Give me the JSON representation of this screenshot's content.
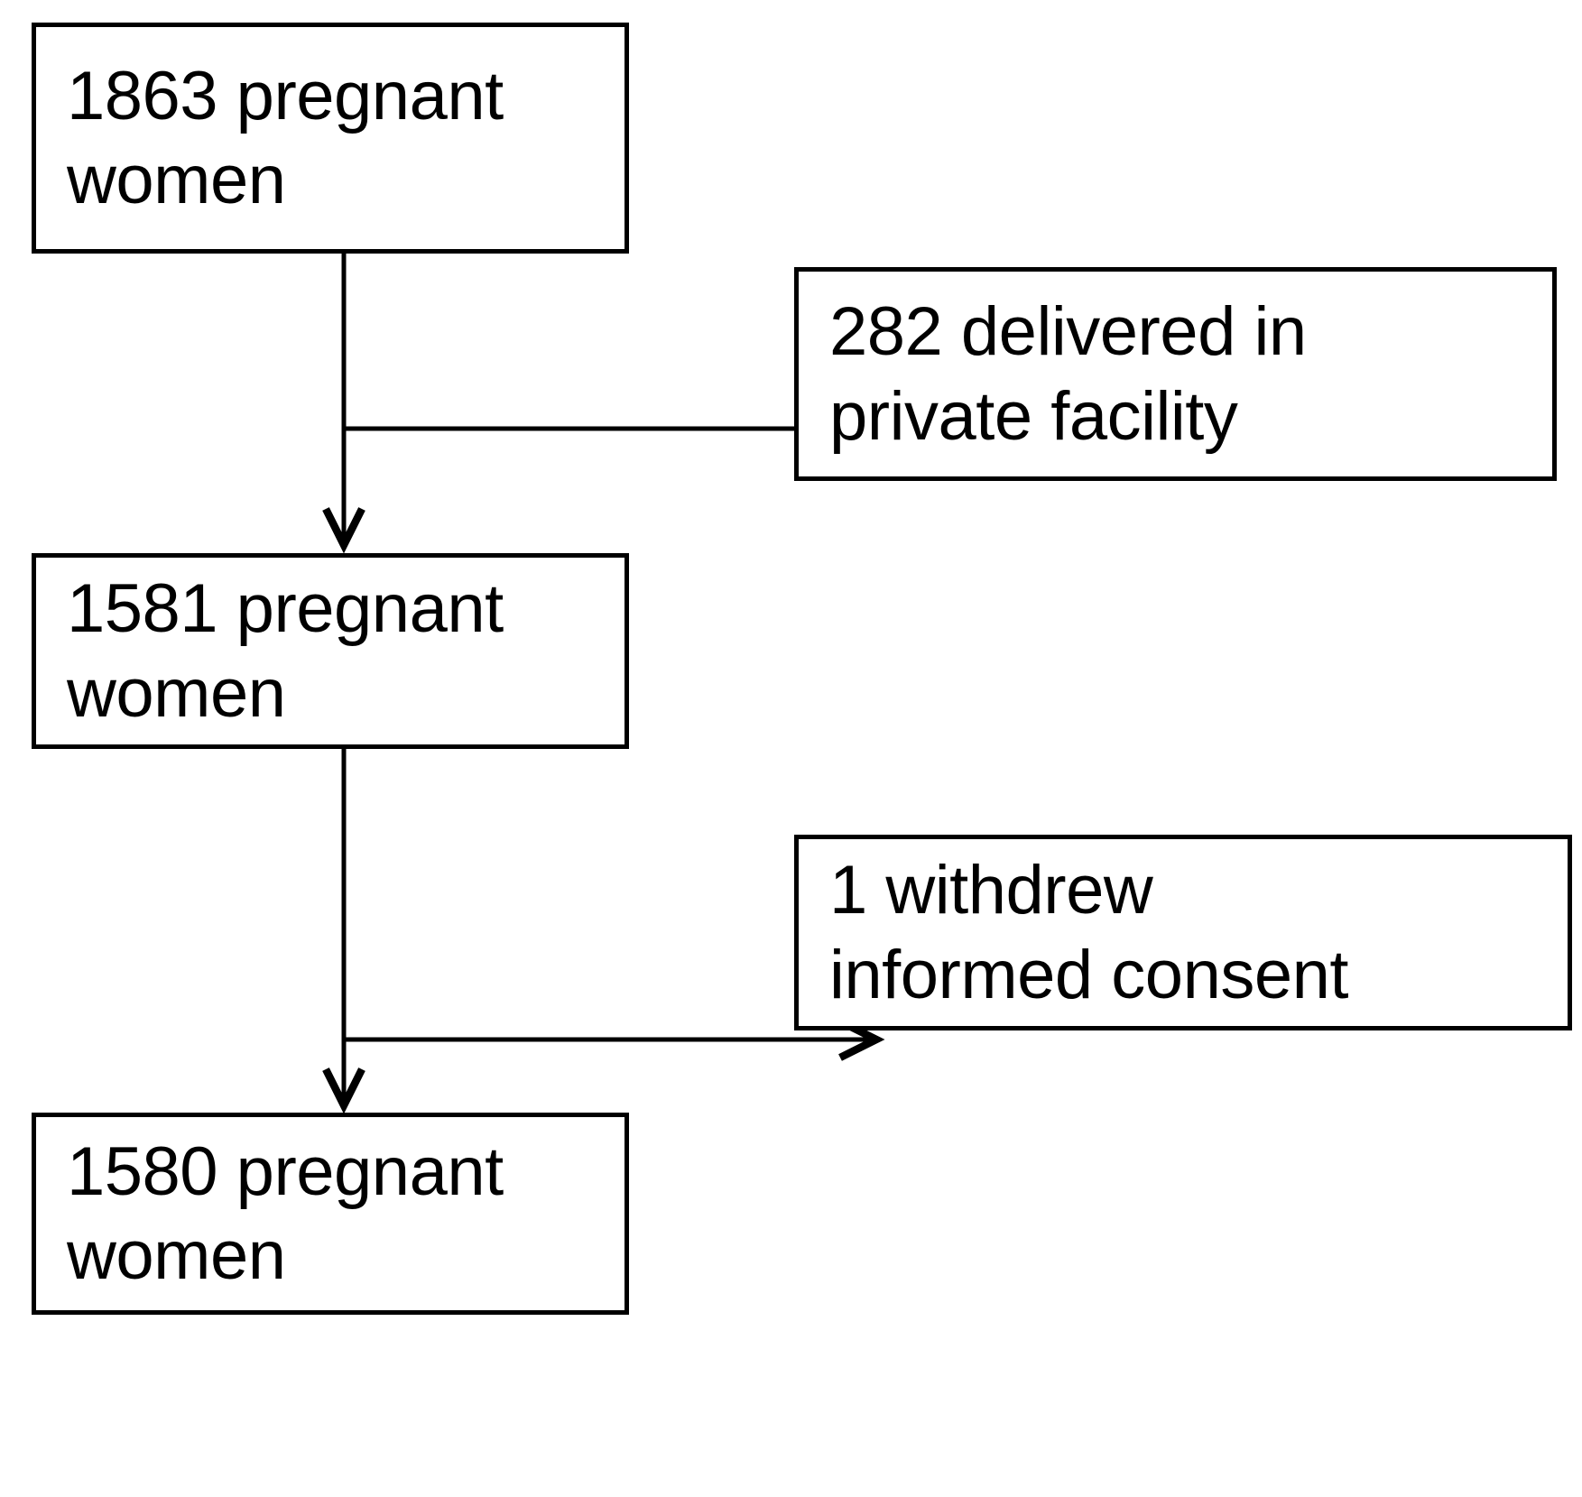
{
  "diagram": {
    "type": "flowchart",
    "title": "Participant flow diagram",
    "orientation": "top-to-bottom with right-side exclusion branches",
    "colors": {
      "stroke": "#000000",
      "box_fill": "#ffffff",
      "text": "#000000",
      "background": "#ffffff"
    },
    "nodes": [
      {
        "id": "enrolled",
        "name": "enrolled-box",
        "line1": "1863 pregnant",
        "line2": "women",
        "text": "1863 pregnant\nwomen",
        "count": 1863,
        "kind": "main"
      },
      {
        "id": "private-facility",
        "name": "private-facility-exclusion-box",
        "line1": "282 delivered in",
        "line2": "private facility",
        "text": "282 delivered in\nprivate facility",
        "count": 282,
        "kind": "exclusion"
      },
      {
        "id": "eligible",
        "name": "eligible-box",
        "line1": "1581 pregnant",
        "line2": "women",
        "text": "1581 pregnant\nwomen",
        "count": 1581,
        "kind": "main"
      },
      {
        "id": "withdrew-consent",
        "name": "withdrew-consent-exclusion-box",
        "line1": "1 withdrew",
        "line2": "informed consent",
        "text": "1 withdrew\ninformed consent",
        "count": 1,
        "kind": "exclusion"
      },
      {
        "id": "analysed",
        "name": "analysed-box",
        "line1": "1580 pregnant",
        "line2": "women",
        "text": "1580 pregnant\nwomen",
        "count": 1580,
        "kind": "main"
      }
    ],
    "edges": [
      {
        "id": "e1",
        "from": "enrolled",
        "to": "eligible",
        "direction": "down",
        "arrowhead": true
      },
      {
        "id": "e2",
        "from": "enrolled",
        "to": "private-facility",
        "direction": "right",
        "arrowhead": true
      },
      {
        "id": "e3",
        "from": "eligible",
        "to": "analysed",
        "direction": "down",
        "arrowhead": true
      },
      {
        "id": "e4",
        "from": "eligible",
        "to": "withdrew-consent",
        "direction": "right",
        "arrowhead": true
      }
    ]
  }
}
